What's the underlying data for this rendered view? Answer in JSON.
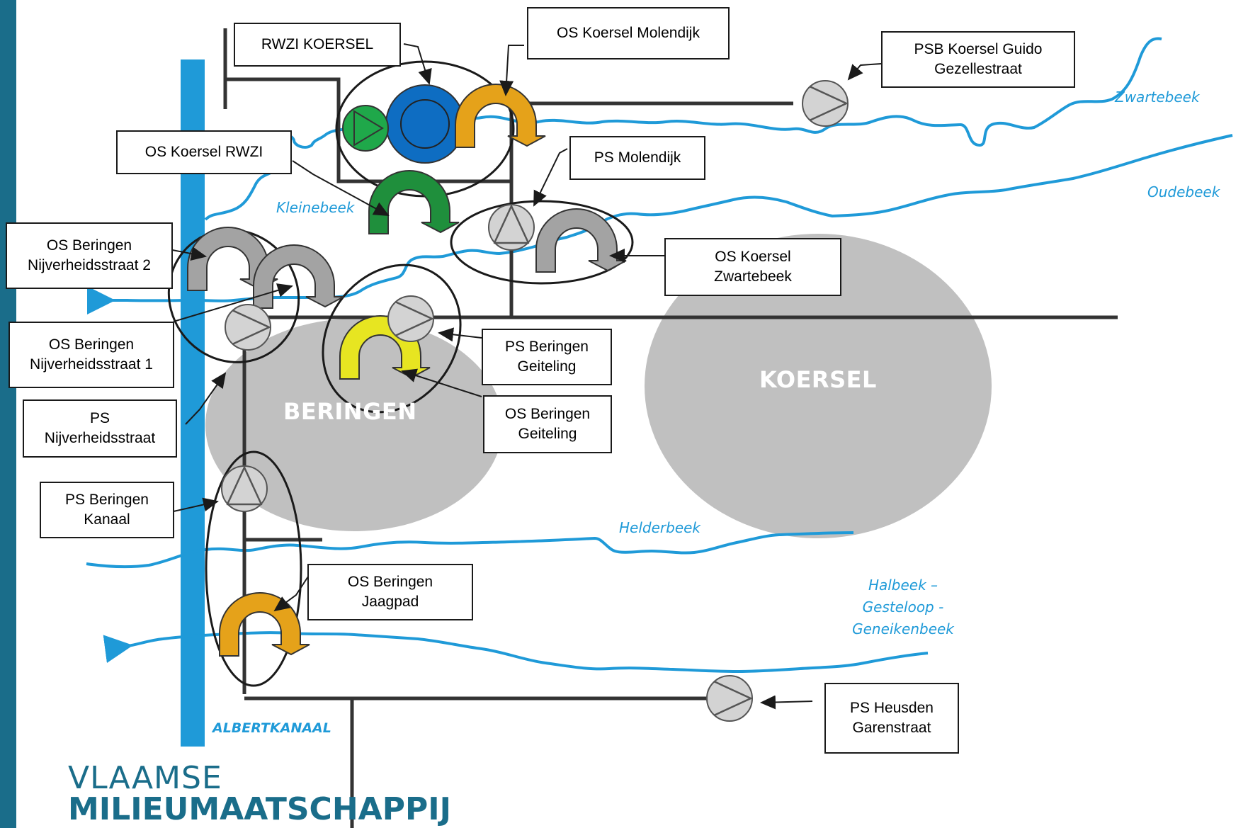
{
  "colors": {
    "river": "#1f9ad8",
    "canal": "#1f9ad8",
    "sewer": "#333333",
    "region_fill": "#c0c0c0",
    "rwzi_blue": "#0e6dc2",
    "green": "#1fa84a",
    "orange": "#e5a21a",
    "yellow": "#e7e521",
    "grey_overflow": "#a3a3a3",
    "pump": "#d3d3d3",
    "logo": "#1a6d8a"
  },
  "icons": {
    "pump": "pump-icon",
    "overflow": "overflow-arrow-icon",
    "treatment_plant": "treatment-plant-icon"
  },
  "regions": {
    "beringen": "BERINGEN",
    "koersel": "KOERSEL"
  },
  "rivers": {
    "zwartebeek": "Zwartebeek",
    "oudebeek": "Oudebeek",
    "kleinebeek": "Kleinebeek",
    "helderbeek": "Helderbeek",
    "halbeek": [
      "Halbeek –",
      "Gesteloop -",
      "Geneikenbeek"
    ]
  },
  "canal": "ALBERTKANAAL",
  "labels": {
    "rwzi_koersel": [
      "RWZI KOERSEL"
    ],
    "os_koersel_molendijk": [
      "OS Koersel Molendijk"
    ],
    "psb_koersel_guido": [
      "PSB Koersel Guido",
      "Gezellestraat"
    ],
    "os_koersel_rwzi": [
      "OS Koersel RWZI"
    ],
    "ps_molendijk": [
      "PS Molendijk"
    ],
    "os_beringen_nijverheid_2": [
      "OS Beringen",
      "Nijverheidsstraat 2"
    ],
    "os_koersel_zwartebeek": [
      "OS Koersel",
      "Zwartebeek"
    ],
    "os_beringen_nijverheid_1": [
      "OS Beringen",
      "Nijverheidsstraat 1"
    ],
    "ps_beringen_geiteling": [
      "PS Beringen",
      "Geiteling"
    ],
    "os_beringen_geiteling": [
      "OS Beringen",
      "Geiteling"
    ],
    "ps_nijverheidsstraat": [
      "PS",
      "Nijverheidsstraat"
    ],
    "ps_beringen_kanaal": [
      "PS Beringen",
      "Kanaal"
    ],
    "os_beringen_jaagpad": [
      "OS Beringen",
      "Jaagpad"
    ],
    "ps_heusden_garenstraat": [
      "PS Heusden",
      "Garenstraat"
    ]
  },
  "logo": {
    "line1": "VLAAMSE",
    "line2": "MILIEUMAATSCHAPPIJ"
  }
}
